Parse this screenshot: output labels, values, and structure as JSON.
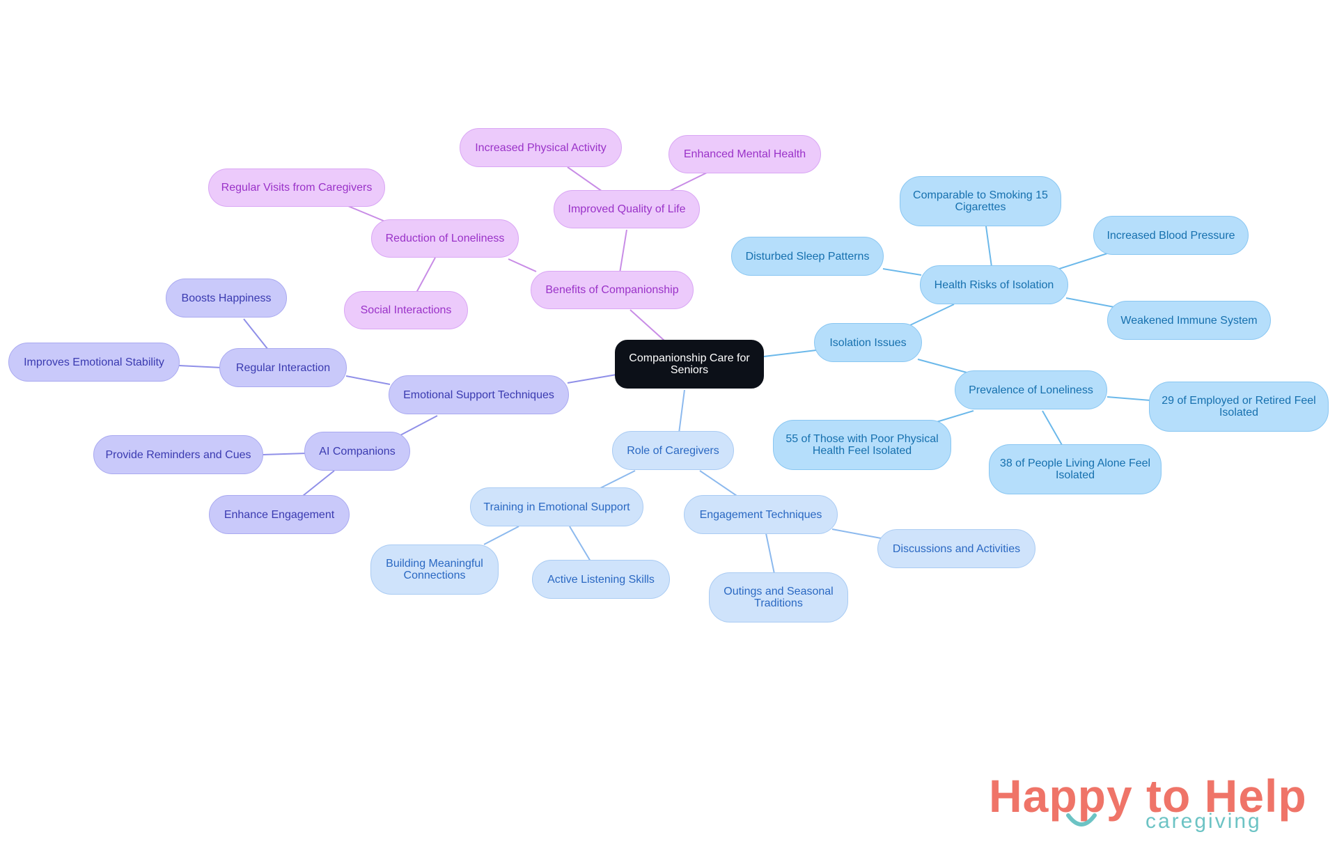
{
  "diagram": {
    "root": "Companionship Care for Seniors",
    "branches": {
      "benefits": "Benefits of Companionship",
      "reduction": "Reduction of Loneliness",
      "regular_visits": "Regular Visits from Caregivers",
      "social": "Social Interactions",
      "quality": "Improved Quality of Life",
      "physical": "Increased Physical Activity",
      "mental": "Enhanced Mental Health",
      "emotional": "Emotional Support Techniques",
      "regular_interaction": "Regular Interaction",
      "boosts": "Boosts Happiness",
      "stability": "Improves Emotional Stability",
      "ai": "AI Companions",
      "reminders": "Provide Reminders and Cues",
      "engagement_enh": "Enhance Engagement",
      "caregivers": "Role of Caregivers",
      "training": "Training in Emotional Support",
      "meaningful": "Building Meaningful Connections",
      "listening": "Active Listening Skills",
      "techniques": "Engagement Techniques",
      "discussions": "Discussions and Activities",
      "outings": "Outings and Seasonal Traditions",
      "isolation": "Isolation Issues",
      "health_risks": "Health Risks of Isolation",
      "smoking": "Comparable to Smoking 15 Cigarettes",
      "blood": "Increased Blood Pressure",
      "sleep": "Disturbed Sleep Patterns",
      "immune": "Weakened Immune System",
      "prevalence": "Prevalence of Loneliness",
      "employed": "29 of Employed or Retired Feel Isolated",
      "poor_health": "55 of Those with Poor Physical Health Feel Isolated",
      "alone": "38 of People Living Alone Feel Isolated"
    }
  },
  "logo": {
    "main": "Happy to Help",
    "sub": "caregiving"
  },
  "colors": {
    "pink_line": "#c88ce6",
    "violet_line": "#8f8fe8",
    "lightblue_line": "#8cb9ee",
    "cyan_line": "#6bb8ea"
  }
}
